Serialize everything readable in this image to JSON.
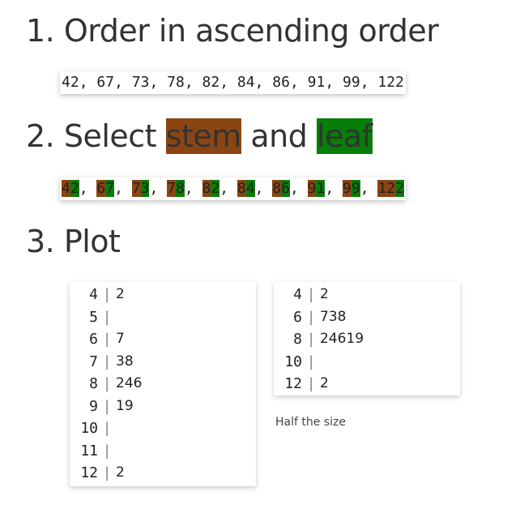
{
  "headings": {
    "step1": "1. Order in ascending order",
    "step2_prefix": "2. Select ",
    "step2_stem": "stem",
    "step2_and": " and ",
    "step2_leaf": "leaf",
    "step3": "3. Plot"
  },
  "colors": {
    "stem": "#8b4513",
    "leaf": "#087d08"
  },
  "ascending_values": [
    "42",
    "67",
    "73",
    "78",
    "82",
    "84",
    "86",
    "91",
    "99",
    "122"
  ],
  "split_values": [
    {
      "stem": "4",
      "leaf": "2"
    },
    {
      "stem": "6",
      "leaf": "7"
    },
    {
      "stem": "7",
      "leaf": "3"
    },
    {
      "stem": "7",
      "leaf": "8"
    },
    {
      "stem": "8",
      "leaf": "2"
    },
    {
      "stem": "8",
      "leaf": "4"
    },
    {
      "stem": "8",
      "leaf": "6"
    },
    {
      "stem": "9",
      "leaf": "1"
    },
    {
      "stem": "9",
      "leaf": "9"
    },
    {
      "stem": "12",
      "leaf": "2"
    }
  ],
  "separator": ", ",
  "plot_full": {
    "rows": [
      {
        "stem": "4",
        "leaves": "2"
      },
      {
        "stem": "5",
        "leaves": ""
      },
      {
        "stem": "6",
        "leaves": "7"
      },
      {
        "stem": "7",
        "leaves": "38"
      },
      {
        "stem": "8",
        "leaves": "246"
      },
      {
        "stem": "9",
        "leaves": "19"
      },
      {
        "stem": "10",
        "leaves": ""
      },
      {
        "stem": "11",
        "leaves": ""
      },
      {
        "stem": "12",
        "leaves": "2"
      }
    ]
  },
  "plot_half": {
    "rows": [
      {
        "stem": "4",
        "leaves": "2"
      },
      {
        "stem": "6",
        "leaves": "738"
      },
      {
        "stem": "8",
        "leaves": "24619"
      },
      {
        "stem": "10",
        "leaves": ""
      },
      {
        "stem": "12",
        "leaves": "2"
      }
    ],
    "caption": "Half the size"
  },
  "bar_glyph": "|"
}
